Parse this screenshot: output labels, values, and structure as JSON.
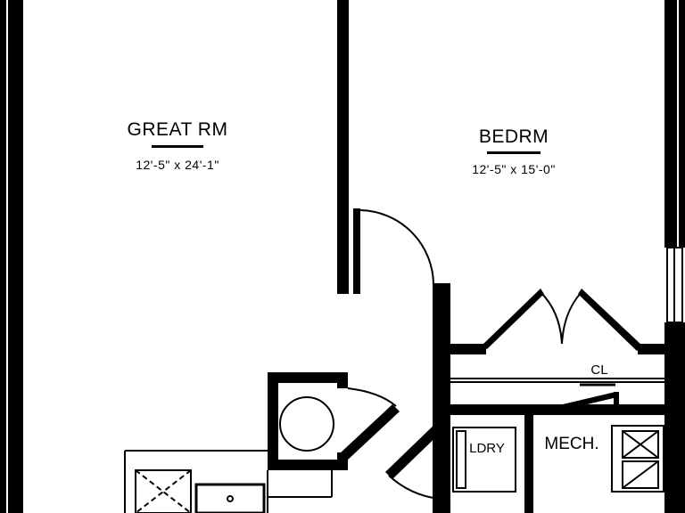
{
  "rooms": {
    "great_room": {
      "name": "GREAT RM",
      "dimensions": "12'-5\" x 24'-1\""
    },
    "bedroom": {
      "name": "BEDRM",
      "dimensions": "12'-5\" x 15'-0\""
    },
    "closet": {
      "name": "CL"
    },
    "laundry": {
      "name": "LDRY"
    },
    "mechanical": {
      "name": "MECH."
    }
  },
  "colors": {
    "wall": "#000000",
    "background": "#ffffff"
  }
}
